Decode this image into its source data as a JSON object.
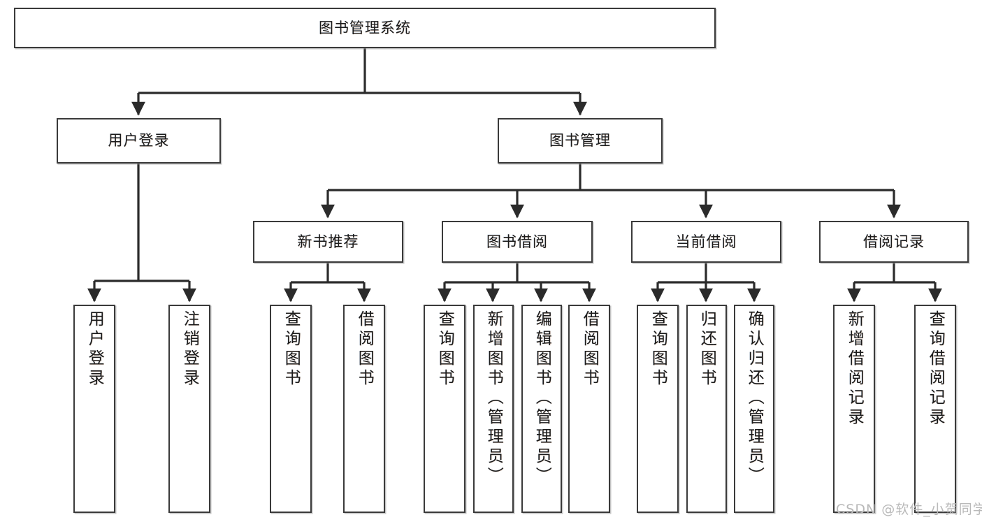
{
  "diagram": {
    "title": "图书管理系统",
    "type": "tree",
    "style": {
      "box_border": "#3a3a3a",
      "box_fill": "#ffffff",
      "edge_color": "#2b2b2b",
      "text_color": "#1b1b1b",
      "watermark_color": "#b9b9b9"
    }
  },
  "nodes": {
    "root": {
      "label": "图书管理系统"
    },
    "level2": [
      {
        "id": "user-login",
        "label": "用户登录"
      },
      {
        "id": "book-manage",
        "label": "图书管理"
      }
    ],
    "level3": [
      {
        "id": "new-book-recommend",
        "label": "新书推荐"
      },
      {
        "id": "book-borrow",
        "label": "图书借阅"
      },
      {
        "id": "current-borrow",
        "label": "当前借阅"
      },
      {
        "id": "borrow-record",
        "label": "借阅记录"
      }
    ],
    "leaves": {
      "user_login": [
        {
          "id": "leaf-user-login",
          "label": "用户登录"
        },
        {
          "id": "leaf-logout",
          "label": "注销登录"
        }
      ],
      "new_book_recommend": [
        {
          "id": "leaf-query-book-1",
          "label": "查询图书"
        },
        {
          "id": "leaf-borrow-book-1",
          "label": "借阅图书"
        }
      ],
      "book_borrow": [
        {
          "id": "leaf-query-book-2",
          "label": "查询图书"
        },
        {
          "id": "leaf-add-book",
          "label": "新增图书（管理员）"
        },
        {
          "id": "leaf-edit-book",
          "label": "编辑图书（管理员）"
        },
        {
          "id": "leaf-borrow-book-2",
          "label": "借阅图书"
        }
      ],
      "current_borrow": [
        {
          "id": "leaf-query-book-3",
          "label": "查询图书"
        },
        {
          "id": "leaf-return-book",
          "label": "归还图书"
        },
        {
          "id": "leaf-confirm-return",
          "label": "确认归还（管理员）"
        }
      ],
      "borrow_record": [
        {
          "id": "leaf-add-record",
          "label": "新增借阅记录"
        },
        {
          "id": "leaf-query-record",
          "label": "查询借阅记录"
        }
      ]
    }
  },
  "watermark": {
    "text": "CSDN @软件_小贺同学"
  }
}
